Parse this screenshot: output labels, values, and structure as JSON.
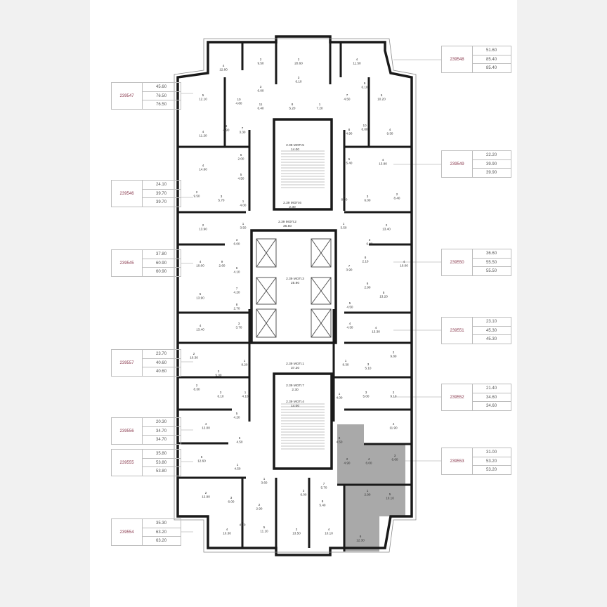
{
  "colors": {
    "wall": "#1a1a1a",
    "selected_fill": "#a9a9a9",
    "apartment_id": "#8a3a4e",
    "callout_border": "#bdbdbd"
  },
  "apartments": [
    {
      "id": "239547",
      "living": "45.60",
      "total": "76.50",
      "total2": "76.50"
    },
    {
      "id": "239546",
      "living": "24.10",
      "total": "39.70",
      "total2": "39.70"
    },
    {
      "id": "239545",
      "living": "37.80",
      "total": "60.90",
      "total2": "60.90"
    },
    {
      "id": "239557",
      "living": "23.70",
      "total": "40.60",
      "total2": "40.60"
    },
    {
      "id": "239556",
      "living": "20.30",
      "total": "34.70",
      "total2": "34.70"
    },
    {
      "id": "239555",
      "living": "35.80",
      "total": "53.80",
      "total2": "53.80"
    },
    {
      "id": "239554",
      "living": "35.30",
      "total": "63.20",
      "total2": "63.20"
    },
    {
      "id": "239548",
      "living": "51.60",
      "total": "85.40",
      "total2": "85.40"
    },
    {
      "id": "239549",
      "living": "22.20",
      "total": "39.90",
      "total2": "39.90"
    },
    {
      "id": "239550",
      "living": "36.60",
      "total": "55.50",
      "total2": "55.50"
    },
    {
      "id": "239551",
      "living": "23.10",
      "total": "45.30",
      "total2": "45.30"
    },
    {
      "id": "239552",
      "living": "21.40",
      "total": "34.60",
      "total2": "34.60"
    },
    {
      "id": "239553",
      "living": "31.00",
      "total": "53.20",
      "total2": "53.20"
    }
  ],
  "common_areas": [
    {
      "name": "2.39 МОП.5",
      "area": "14.00"
    },
    {
      "name": "2.39 МОП.6",
      "area": "2.30"
    },
    {
      "name": "2.39 МОП.2",
      "area": "36.50"
    },
    {
      "name": "2.39 МОП.3",
      "area": "25.90"
    },
    {
      "name": "2.39 МОП.1",
      "area": "37.20"
    },
    {
      "name": "2.39 МОП.7",
      "area": "2.30"
    },
    {
      "name": "2.39 МОП.4",
      "area": "14.00"
    }
  ],
  "rooms": [
    [
      "4",
      "12.80"
    ],
    [
      "2",
      "9.50"
    ],
    [
      "2",
      "20.60"
    ],
    [
      "4",
      "11.50"
    ],
    [
      "3",
      "6.10"
    ],
    [
      "3",
      "6.00"
    ],
    [
      "9",
      "6.10"
    ],
    [
      "7",
      "4.50"
    ],
    [
      "5",
      "10.20"
    ],
    [
      "5",
      "12.10"
    ],
    [
      "10",
      "4.80"
    ],
    [
      "11",
      "6.40"
    ],
    [
      "8",
      "5.20"
    ],
    [
      "1",
      "7.20"
    ],
    [
      "10",
      "6.80"
    ],
    [
      "8",
      "4.90"
    ],
    [
      "4",
      "9.30"
    ],
    [
      "9",
      "4.90"
    ],
    [
      "7",
      "3.30"
    ],
    [
      "4",
      "11.20"
    ],
    [
      "4",
      "14.60"
    ],
    [
      "6",
      "2.00"
    ],
    [
      "5",
      "4.50"
    ],
    [
      "2",
      "9.50"
    ],
    [
      "3",
      "5.70"
    ],
    [
      "1",
      "4.00"
    ],
    [
      "2",
      "13.90"
    ],
    [
      "1",
      "3.50"
    ],
    [
      "3",
      "6.00"
    ],
    [
      "4",
      "10.00"
    ],
    [
      "9",
      "2.60"
    ],
    [
      "6",
      "4.10"
    ],
    [
      "7",
      "4.20"
    ],
    [
      "5",
      "13.90"
    ],
    [
      "8",
      "2.70"
    ],
    [
      "3",
      "3.70"
    ],
    [
      "4",
      "13.40"
    ],
    [
      "2",
      "10.30"
    ],
    [
      "1",
      "8.20"
    ],
    [
      "3",
      "5.00"
    ],
    [
      "2",
      "8.30"
    ],
    [
      "3",
      "6.10"
    ],
    [
      "1",
      "4.10"
    ],
    [
      "5",
      "4.20"
    ],
    [
      "4",
      "12.00"
    ],
    [
      "6",
      "4.50"
    ],
    [
      "5",
      "12.60"
    ],
    [
      "1",
      "4.50"
    ],
    [
      "2",
      "12.90"
    ],
    [
      "3",
      "6.00"
    ],
    [
      "6",
      "4.70"
    ],
    [
      "2",
      "2.90"
    ],
    [
      "5",
      "11.10"
    ],
    [
      "4",
      "10.30"
    ],
    [
      "1",
      "3.60"
    ],
    [
      "2",
      "13.50"
    ],
    [
      "4",
      "10.10"
    ],
    [
      "3",
      "6.00"
    ],
    [
      "7",
      "5.70"
    ],
    [
      "8",
      "5.40"
    ],
    [
      "1",
      "8.30"
    ],
    [
      "3",
      "6.00"
    ],
    [
      "2",
      "8.40"
    ],
    [
      "4",
      "13.80"
    ],
    [
      "5",
      "5.40"
    ],
    [
      "1",
      "3.50"
    ],
    [
      "2",
      "13.40"
    ],
    [
      "3",
      "6.00"
    ],
    [
      "4",
      "10.00"
    ],
    [
      "8",
      "2.10"
    ],
    [
      "7",
      "3.90"
    ],
    [
      "6",
      "2.90"
    ],
    [
      "5",
      "4.50"
    ],
    [
      "5",
      "13.20"
    ],
    [
      "4",
      "4.30"
    ],
    [
      "4",
      "13.30"
    ],
    [
      "1",
      "8.30"
    ],
    [
      "2",
      "9.80"
    ],
    [
      "3",
      "5.10"
    ],
    [
      "3",
      "5.00"
    ],
    [
      "2",
      "9.10"
    ],
    [
      "1",
      "4.00"
    ],
    [
      "4",
      "11.90"
    ],
    [
      "8",
      "4.50"
    ],
    [
      "2",
      "4.90"
    ],
    [
      "4",
      "6.00"
    ],
    [
      "3",
      "6.60"
    ],
    [
      "1",
      "2.90"
    ],
    [
      "5",
      "10.10"
    ],
    [
      "6",
      "12.30"
    ]
  ]
}
